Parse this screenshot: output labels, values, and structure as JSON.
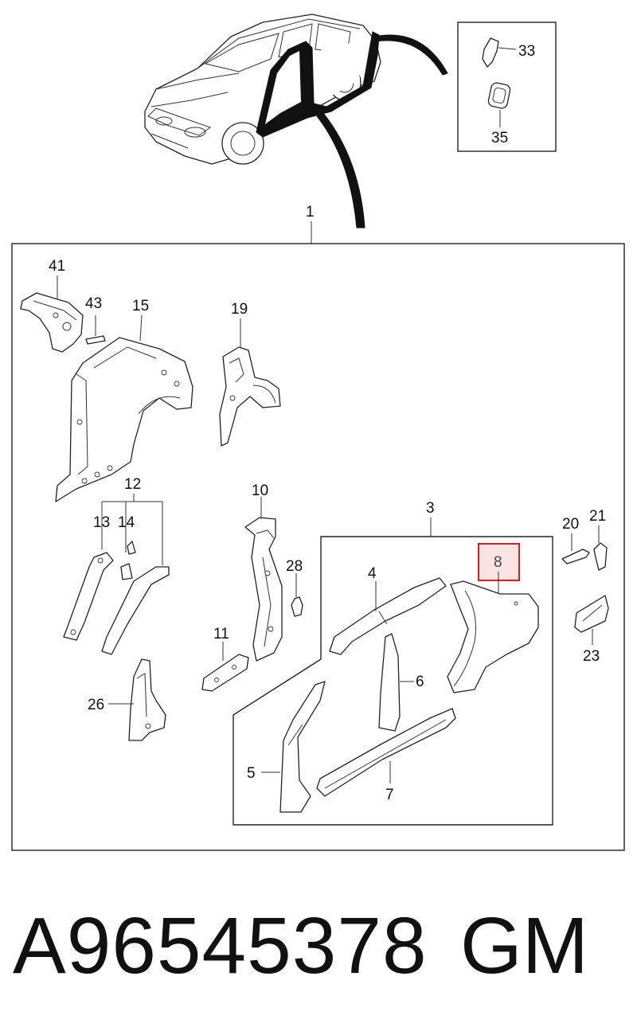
{
  "callouts": {
    "c1": "1",
    "c3": "3",
    "c4": "4",
    "c5": "5",
    "c6": "6",
    "c7": "7",
    "c8": "8",
    "c10": "10",
    "c11": "11",
    "c12": "12",
    "c13": "13",
    "c14": "14",
    "c15": "15",
    "c19": "19",
    "c20": "20",
    "c21": "21",
    "c23": "23",
    "c26": "26",
    "c28": "28",
    "c33": "33",
    "c35": "35",
    "c41": "41",
    "c43": "43"
  },
  "highlight": {
    "part": "8",
    "fill": "#fbe3e3",
    "stroke": "#d42020"
  },
  "footer": {
    "part_number": "A96545378",
    "brand": "GM"
  }
}
